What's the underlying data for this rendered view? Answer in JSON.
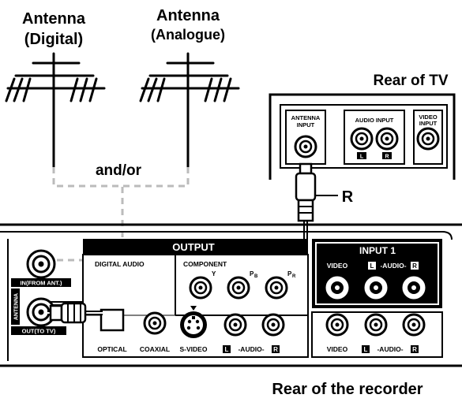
{
  "labels": {
    "antenna_digital_l1": "Antenna",
    "antenna_digital_l2": "(Digital)",
    "antenna_analogue_l1": "Antenna",
    "antenna_analogue_l2": "(Analogue)",
    "and_or": "and/or",
    "rear_tv": "Rear of TV",
    "rear_recorder": "Rear of the recorder",
    "cable_r": "R"
  },
  "tv_panel": {
    "antenna_input_l1": "ANTENNA",
    "antenna_input_l2": "INPUT",
    "audio_input": "AUDIO INPUT",
    "video_input_l1": "VIDEO",
    "video_input_l2": "INPUT",
    "l_badge": "L",
    "r_badge": "R"
  },
  "recorder": {
    "output_header": "OUTPUT",
    "digital_audio": "DIGITAL AUDIO",
    "component": "COMPONENT",
    "comp_y": "Y",
    "comp_pb": "P",
    "comp_pb_sub": "B",
    "comp_pr": "P",
    "comp_pr_sub": "R",
    "optical": "OPTICAL",
    "coaxial": "COAXIAL",
    "svideo": "S-VIDEO",
    "audio_lr_bottom": "-AUDIO-",
    "input1_header": "INPUT 1",
    "input1_video": "VIDEO",
    "input1_audio": "-AUDIO-",
    "video_right": "VIDEO",
    "audio_right": "-AUDIO-",
    "l": "L",
    "r": "R",
    "antenna_in": "IN(FROM ANT.)",
    "antenna_out": "OUT(TO TV)",
    "antenna_vertical": "ANTENNA"
  }
}
